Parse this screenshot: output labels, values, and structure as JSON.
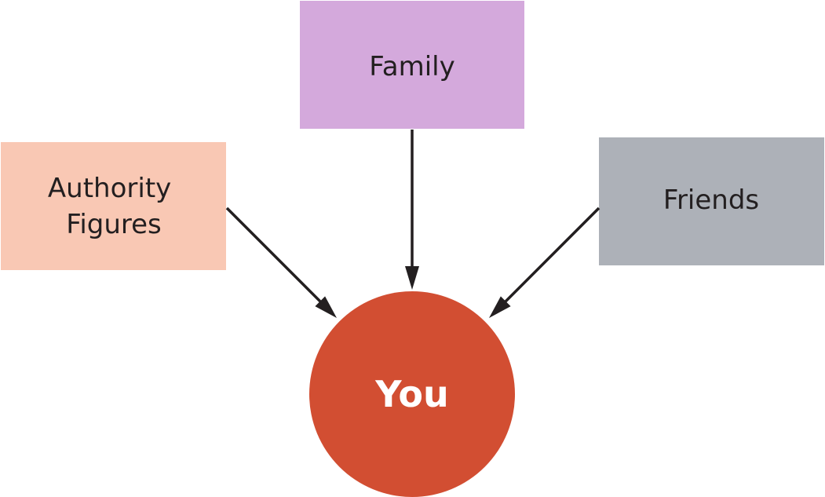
{
  "diagram": {
    "nodes": {
      "family": {
        "label": "Family",
        "color": "#d4a9dc"
      },
      "authority": {
        "label_lines": [
          "Authority",
          "Figures"
        ],
        "color": "#f9c8b4"
      },
      "friends": {
        "label": "Friends",
        "color": "#adb1b8"
      },
      "you": {
        "label": "You",
        "color": "#d24e32"
      }
    },
    "edges": [
      {
        "from": "family",
        "to": "you"
      },
      {
        "from": "authority",
        "to": "you"
      },
      {
        "from": "friends",
        "to": "you"
      }
    ]
  }
}
